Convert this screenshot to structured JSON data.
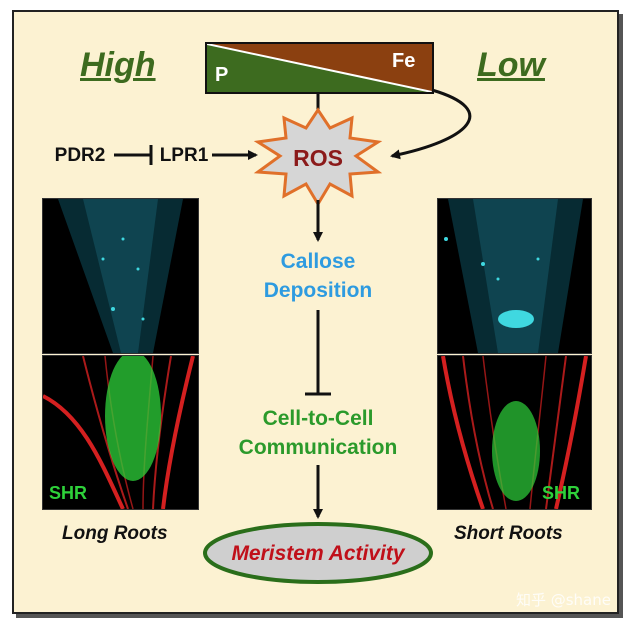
{
  "levels": {
    "high": "High",
    "low": "Low"
  },
  "gradient": {
    "p_label": "P",
    "fe_label": "Fe",
    "p_color": "#3d6b1f",
    "fe_color": "#8b4010"
  },
  "nodes": {
    "pdr2": "PDR2",
    "lpr1": "LPR1",
    "ros": "ROS",
    "callose_line1": "Callose",
    "callose_line2": "Deposition",
    "cell_line1": "Cell-to-Cell",
    "cell_line2": "Communication",
    "meristem": "Meristem Activity"
  },
  "panels": {
    "left_marker": "SHR",
    "right_marker": "SHR",
    "left_caption": "Long Roots",
    "right_caption": "Short Roots"
  },
  "colors": {
    "background": "#fcf2d2",
    "callose_text": "#2e9be0",
    "communication_text": "#2b9a2b",
    "ros_text": "#8b1a1a",
    "meristem_text": "#c0101a",
    "meristem_border": "#2a6e1a",
    "fluorescence_green": "#2ed13a",
    "cell_wall_red": "#d42020",
    "callose_cyan": "#3fd8e0"
  },
  "watermark": "知乎 @shane"
}
